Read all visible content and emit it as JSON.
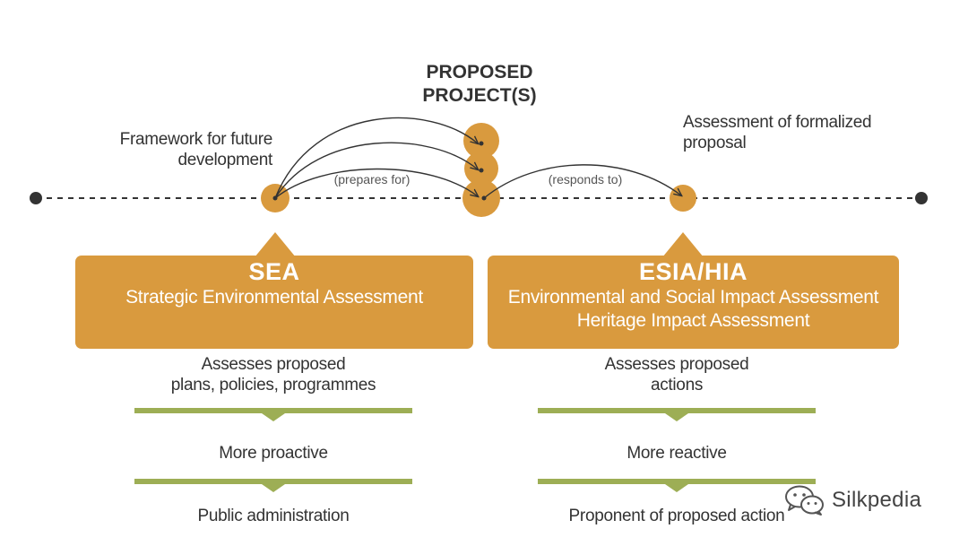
{
  "proposed_projects": {
    "line1": "PROPOSED",
    "line2": "PROJECT(S)"
  },
  "framework_label": {
    "line1": "Framework for future",
    "line2": "development"
  },
  "assessment_label": {
    "line1": "Assessment of formalized",
    "line2": "proposal"
  },
  "arrow_labels": {
    "prepares": "(prepares for)",
    "responds": "(responds to)"
  },
  "sea": {
    "acronym": "SEA",
    "full_name": "Strategic Environmental Assessment",
    "row1": {
      "line1": "Assesses proposed",
      "line2": "plans, policies, programmes"
    },
    "row2": "More proactive",
    "row3": "Public administration"
  },
  "esia": {
    "acronym": "ESIA/HIA",
    "full_name_line1": "Environmental and Social Impact Assessment",
    "full_name_line2": "Heritage Impact Assessment",
    "row1": {
      "line1": "Assesses proposed",
      "line2": "actions"
    },
    "row2": "More reactive",
    "row3": "Proponent of proposed action"
  },
  "watermark": {
    "text": "Silkpedia",
    "icon": "wechat-icon"
  },
  "colors": {
    "orange": "#D99A3E",
    "green": "#9DAE55",
    "dark": "#333333",
    "white": "#FFFFFF"
  }
}
